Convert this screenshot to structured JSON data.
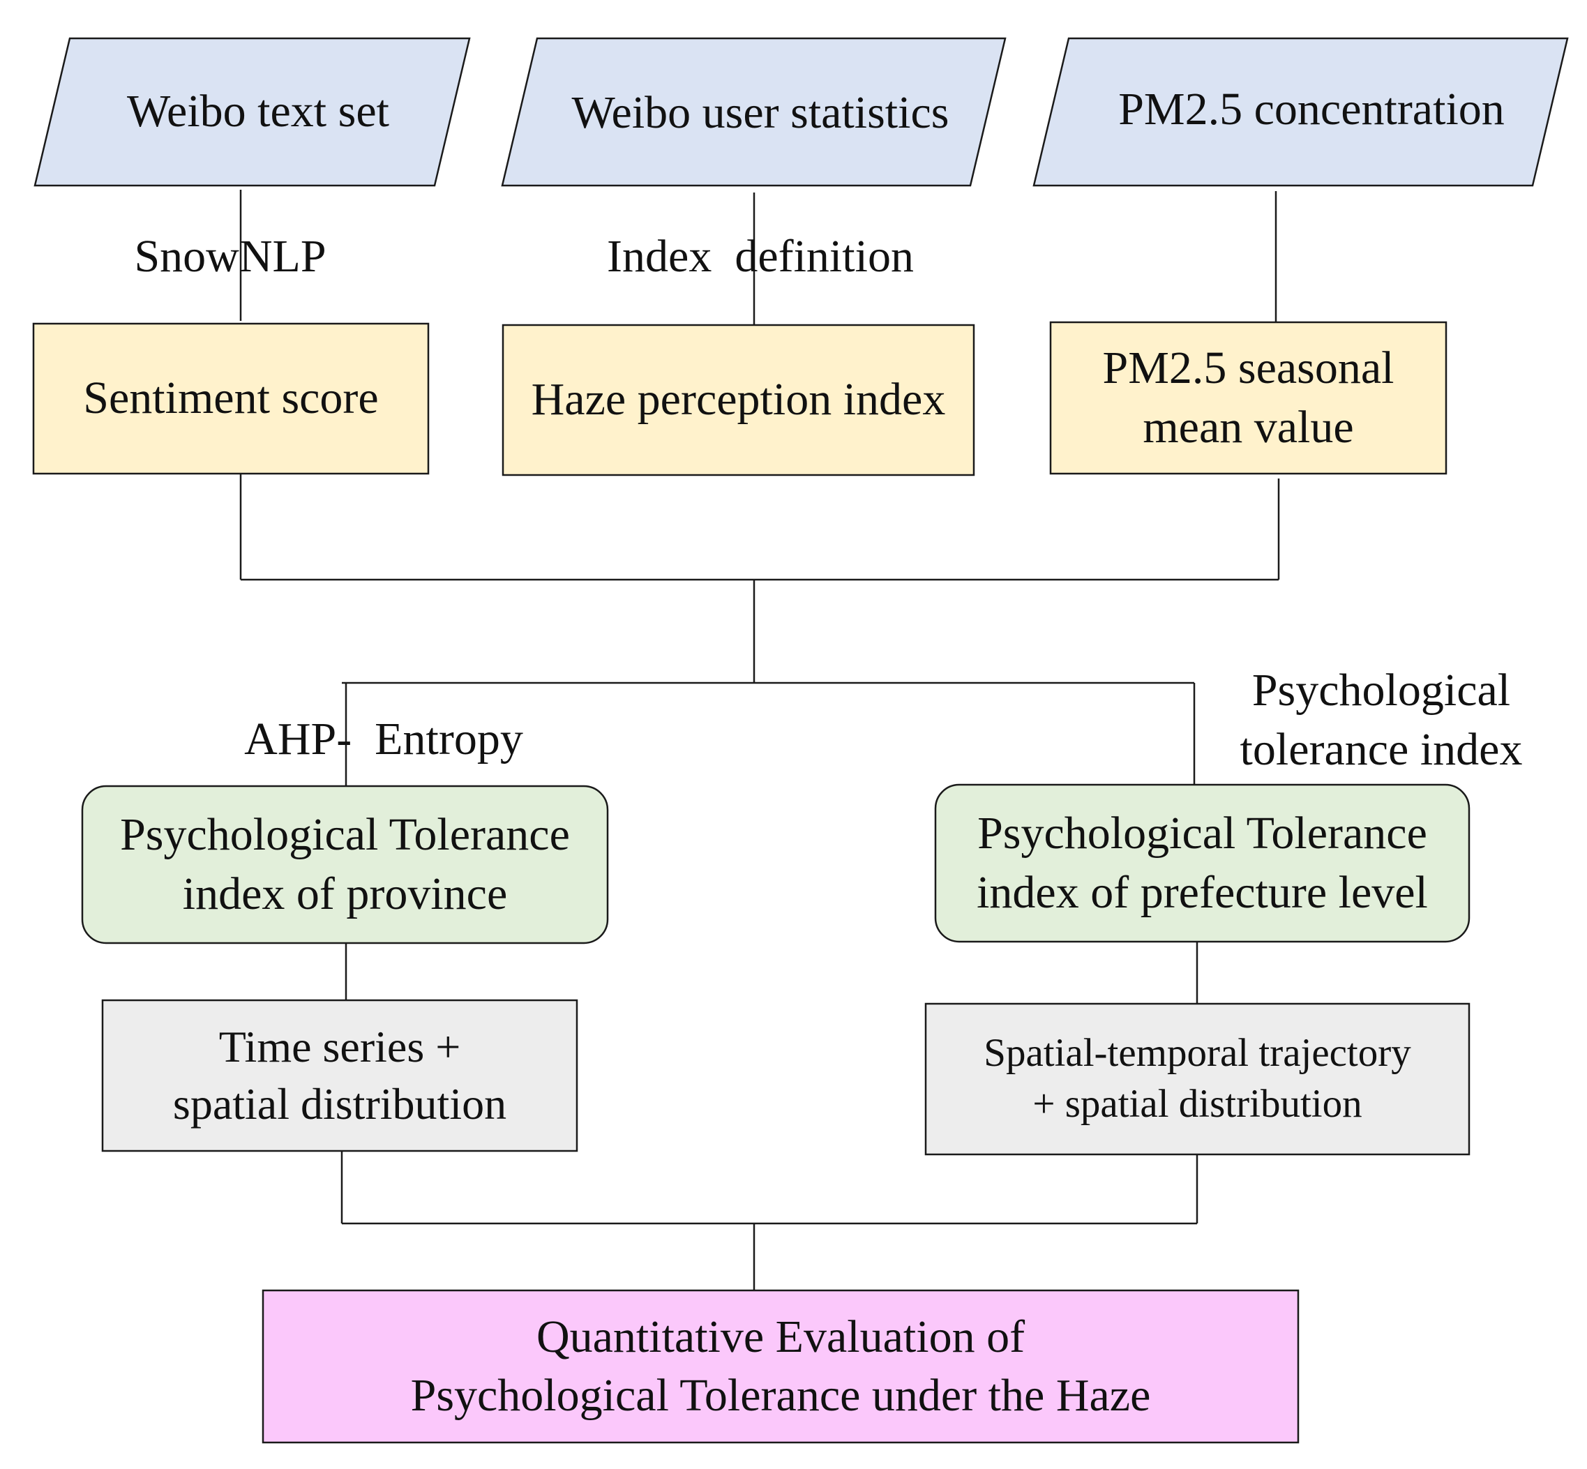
{
  "diagram": {
    "colors": {
      "input": "#dae3f3",
      "process": "#fff2cc",
      "index": "#e2efda",
      "analysis": "#ededed",
      "result": "#fbc8fb",
      "stroke": "#1a1a1a"
    },
    "nodes": {
      "weibo_text_set": "Weibo text set",
      "weibo_user_statistics": "Weibo user statistics",
      "pm25_concentration": "PM2.5 concentration",
      "sentiment_score": "Sentiment score",
      "haze_perception_index": "Haze perception index",
      "pm25_seasonal_mean": "PM2.5 seasonal\nmean value",
      "pti_province": "Psychological Tolerance\nindex of province",
      "pti_prefecture": "Psychological Tolerance\nindex of prefecture level",
      "time_series_spatial": "Time series +\nspatial distribution",
      "trajectory_spatial": "Spatial-temporal trajectory\n+ spatial distribution",
      "final_evaluation": "Quantitative Evaluation of\nPsychological Tolerance under the Haze"
    },
    "edge_labels": {
      "snownlp": "SnowNLP",
      "index_definition": "Index  definition",
      "ahp_entropy": "AHP-  Entropy",
      "psych_tolerance_index": "Psychological\ntolerance index"
    }
  }
}
